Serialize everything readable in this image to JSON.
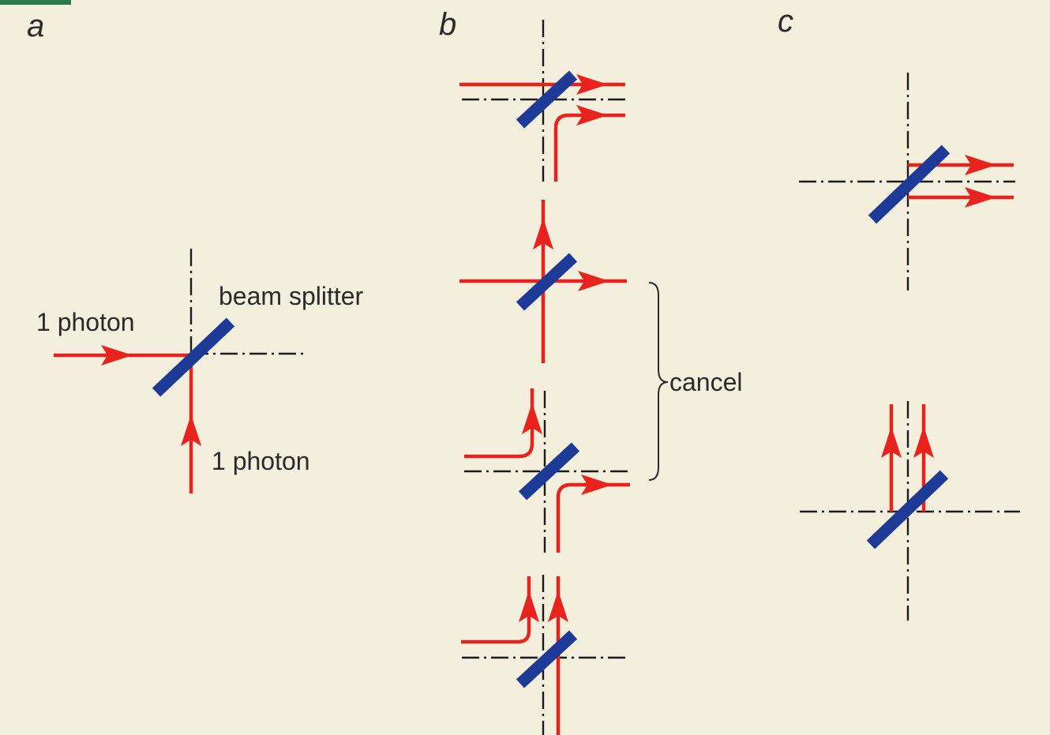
{
  "panels": {
    "a": {
      "label": "a",
      "photon_left": "1 photon",
      "photon_bottom": "1 photon",
      "splitter": "beam splitter"
    },
    "b": {
      "label": "b",
      "cancel": "cancel"
    },
    "c": {
      "label": "c"
    }
  },
  "colors": {
    "beam": "#e8231e",
    "splitter": "#1d3a96",
    "axis": "#1a1a1a",
    "paper": "#f3efdc"
  }
}
